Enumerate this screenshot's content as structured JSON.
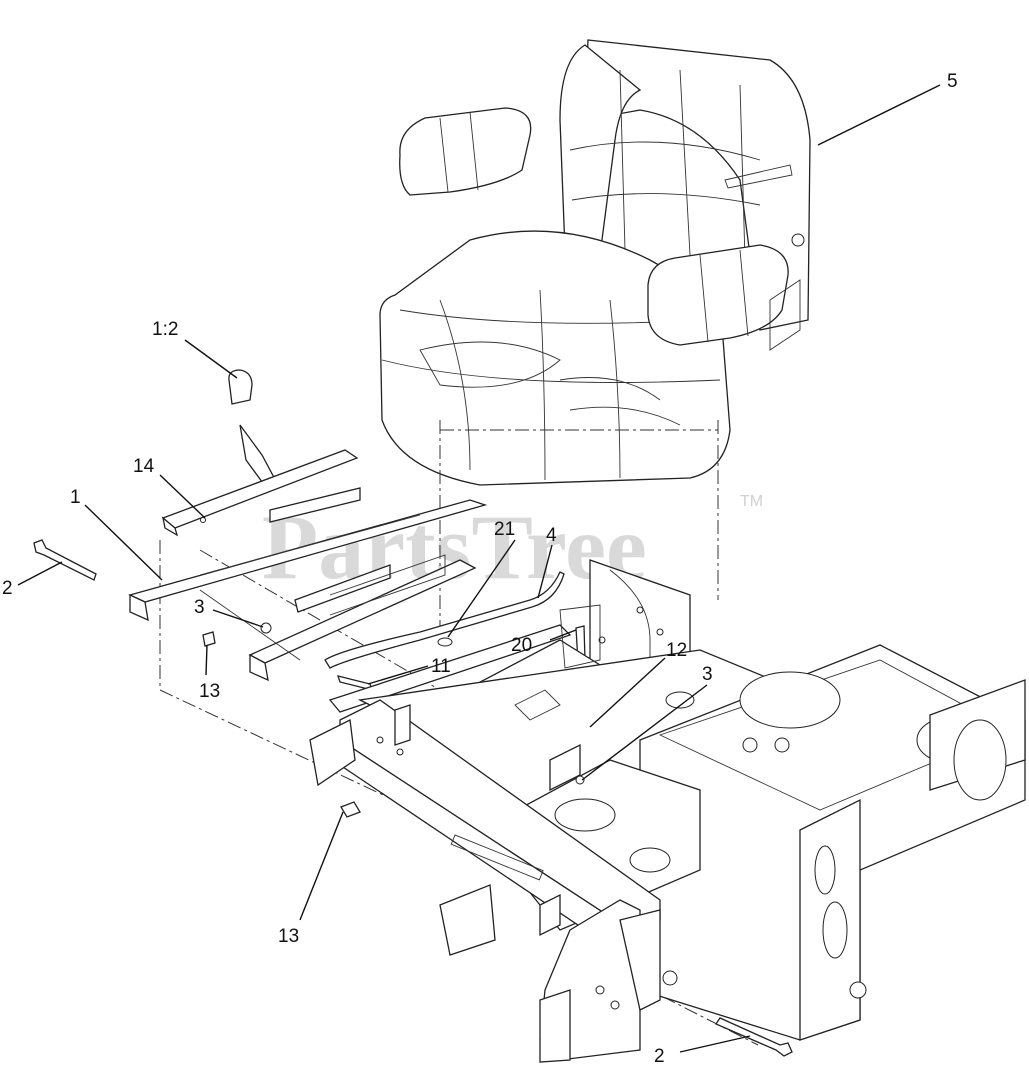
{
  "watermark": {
    "text": "PartsTree",
    "tm": "TM"
  },
  "callouts": [
    {
      "id": "5",
      "label": "5"
    },
    {
      "id": "1-2",
      "label": "1:2"
    },
    {
      "id": "14",
      "label": "14"
    },
    {
      "id": "1",
      "label": "1"
    },
    {
      "id": "2-left",
      "label": "2"
    },
    {
      "id": "21",
      "label": "21"
    },
    {
      "id": "4",
      "label": "4"
    },
    {
      "id": "3-left",
      "label": "3"
    },
    {
      "id": "13-upper",
      "label": "13"
    },
    {
      "id": "11",
      "label": "11"
    },
    {
      "id": "20",
      "label": "20"
    },
    {
      "id": "12",
      "label": "12"
    },
    {
      "id": "3-right",
      "label": "3"
    },
    {
      "id": "13-lower",
      "label": "13"
    },
    {
      "id": "2-bottom",
      "label": "2"
    }
  ]
}
